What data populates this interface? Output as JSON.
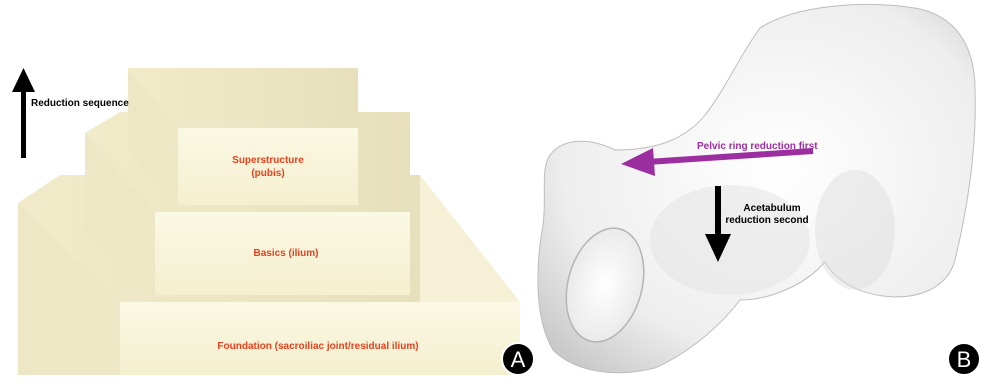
{
  "panel_a": {
    "arrow_label": "Reduction sequence",
    "top_block_label_1": "Superstructure",
    "top_block_label_2": "(pubis)",
    "middle_block_label": "Basics (ilium)",
    "bottom_block_label": "Foundation (sacroiliac joint/residual ilium)",
    "badge": "A"
  },
  "panel_b": {
    "pelvic_ring_label": "Pelvic ring reduction first",
    "acetabulum_label_1": "Acetabulum",
    "acetabulum_label_2": "reduction second",
    "badge": "B"
  },
  "colors": {
    "block_fill": "#f8f4d8",
    "block_top": "#fbf9e8",
    "block_side": "#ece6c4",
    "label_red": "#e8401c",
    "pelvic_arrow": "#9b2fa0",
    "bone": "#f2f2f2"
  }
}
